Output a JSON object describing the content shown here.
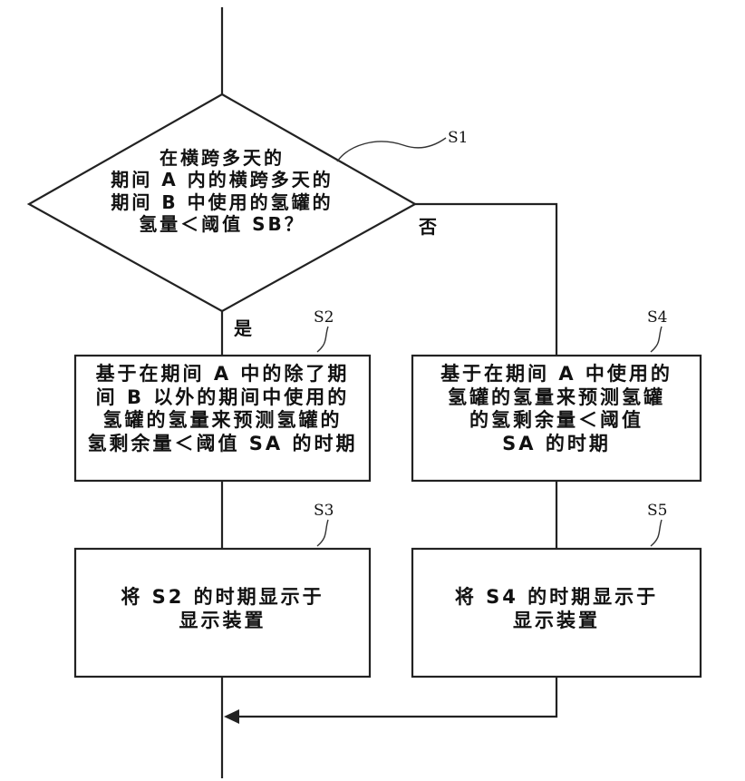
{
  "flowchart": {
    "decision_s1": {
      "step_id": "S1",
      "text": "在横跨多天的\n期间 A 内的横跨多天的\n期间 B 中使用的氢罐的\n氢量＜阈值 SB？",
      "yes_label": "是",
      "no_label": "否"
    },
    "step_s2": {
      "step_id": "S2",
      "text": "基于在期间 A 中的除了期\n间 B 以外的期间中使用的\n氢罐的氢量来预测氢罐的\n氢剩余量＜阈值 SA 的时期"
    },
    "step_s3": {
      "step_id": "S3",
      "text": "将 S2 的时期显示于\n显示装置"
    },
    "step_s4": {
      "step_id": "S4",
      "text": "基于在期间 A 中使用的\n氢罐的氢量来预测氢罐\n的氢剩余量＜阈值\nSA 的时期"
    },
    "step_s5": {
      "step_id": "S5",
      "text": "将 S4 的时期显示于\n显示装置"
    }
  }
}
